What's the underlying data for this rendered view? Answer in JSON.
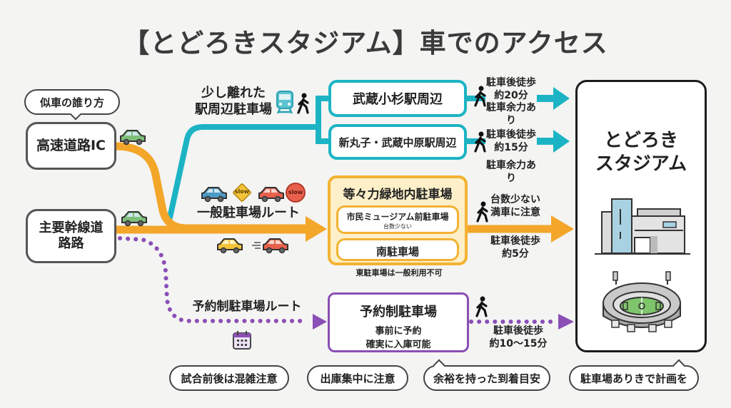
{
  "title": "【とどろきスタジアム】車でのアクセス",
  "colors": {
    "teal": "#1cb4c4",
    "orange": "#f3a62a",
    "purple": "#8a4fb5",
    "yellow_fill": "#fdf0c8",
    "dark": "#1c1c1c"
  },
  "origins": {
    "callout": "似車の誰り方",
    "expressway": "高速道路IC",
    "arterial": "主要幹線道路路"
  },
  "routes": {
    "station": {
      "label_line1": "少し離れた",
      "label_line2": "駅周辺駐車場",
      "icons": [
        "train-icon",
        "walking-person-icon"
      ],
      "destinations": [
        {
          "name": "武蔵小杉駅周辺",
          "walk_line1": "駐車後徒歩",
          "walk_line2": "約20分",
          "note": "駐車余力あり"
        },
        {
          "name": "新丸子・武蔵中原駅周辺",
          "walk_line1": "駐車後徒歩",
          "walk_line2": "約15分",
          "note": "駐車余力あり"
        }
      ]
    },
    "general": {
      "label": "一般駐車場ルート",
      "signs": [
        "slow",
        "slow"
      ],
      "box_title": "等々力緑地内駐車場",
      "lots": [
        {
          "name": "市民ミュージアム前駐車場",
          "sub": "台数少ない"
        },
        {
          "name": "南駐車場",
          "sub": ""
        }
      ],
      "below_note": "東駐車場は一般利用不可",
      "warn_line1": "台数少ない",
      "warn_line2": "満車に注意",
      "walk_line1": "駐車後徒歩",
      "walk_line2": "約5分"
    },
    "reserved": {
      "label": "予約制駐車場ルート",
      "box_title": "予約制駐車場",
      "box_line1": "事前に予約",
      "box_line2": "確実に入庫可能",
      "walk_line1": "駐車後徒歩",
      "walk_line2": "約10〜15分"
    }
  },
  "destination": {
    "name_line1": "とどろき",
    "name_line2": "スタジアム"
  },
  "tips": [
    "試合前後は混雑注意",
    "出庫集中に注意",
    "余裕を持った到着目安",
    "駐車場ありきで計画を"
  ]
}
